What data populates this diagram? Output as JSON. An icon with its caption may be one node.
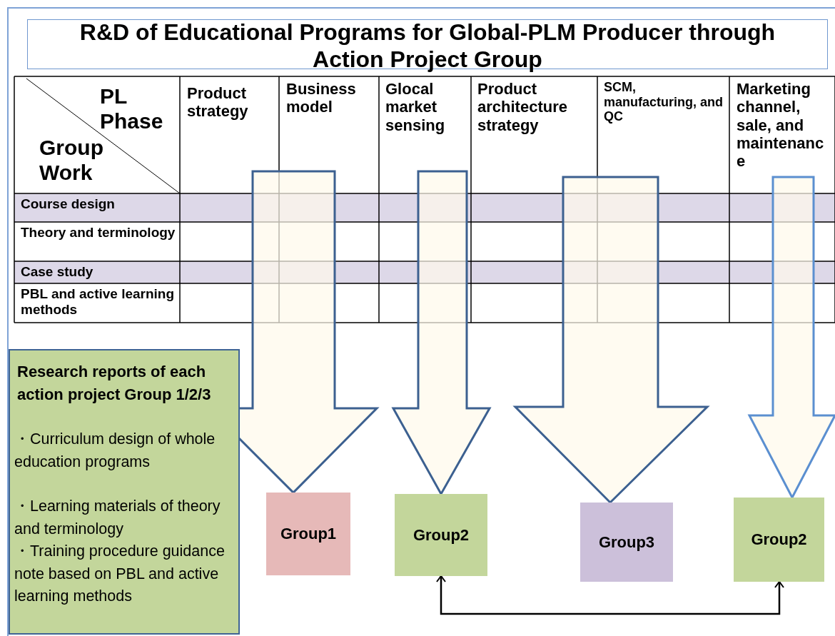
{
  "diagram": {
    "title": "R&D of Educational Programs for Global-PLM Producer through Action Project Group",
    "nodes": [
      {
        "text": [
          "Research reports of each action project Group 1/2/3",
          "・Curriculum design of whole education programs",
          "・Learning materials of theory and terminology",
          "・Training procedure guidance note based on PBL and active learning methods"
        ]
      },
      {
        "text": [
          "Group1"
        ]
      },
      {
        "text": [
          "Group2"
        ]
      },
      {
        "text": [
          "Group3"
        ]
      },
      {
        "text": [
          "Group2"
        ]
      }
    ],
    "edges": [
      {
        "from": null,
        "to": 1,
        "arrow": "to",
        "style": "thick"
      },
      {
        "from": null,
        "to": 2,
        "arrow": "to",
        "style": "thick"
      },
      {
        "from": null,
        "to": 3,
        "arrow": "to",
        "style": "thick"
      },
      {
        "from": null,
        "to": 4,
        "arrow": "to",
        "style": "thick",
        "color": "#5b8fd0"
      },
      {
        "from": 2,
        "to": 4,
        "arrow": "both"
      }
    ],
    "labels": [
      "PL Phase",
      "Group Work",
      "Product strategy",
      "Business model",
      "Glocal market sensing",
      "Product architecture strategy",
      "SCM, manufacturing, and QC",
      "Marketing channel, sale, and maintenance",
      "Course design",
      "Theory and terminology",
      "Case study",
      "PBL and active learning methods"
    ]
  }
}
